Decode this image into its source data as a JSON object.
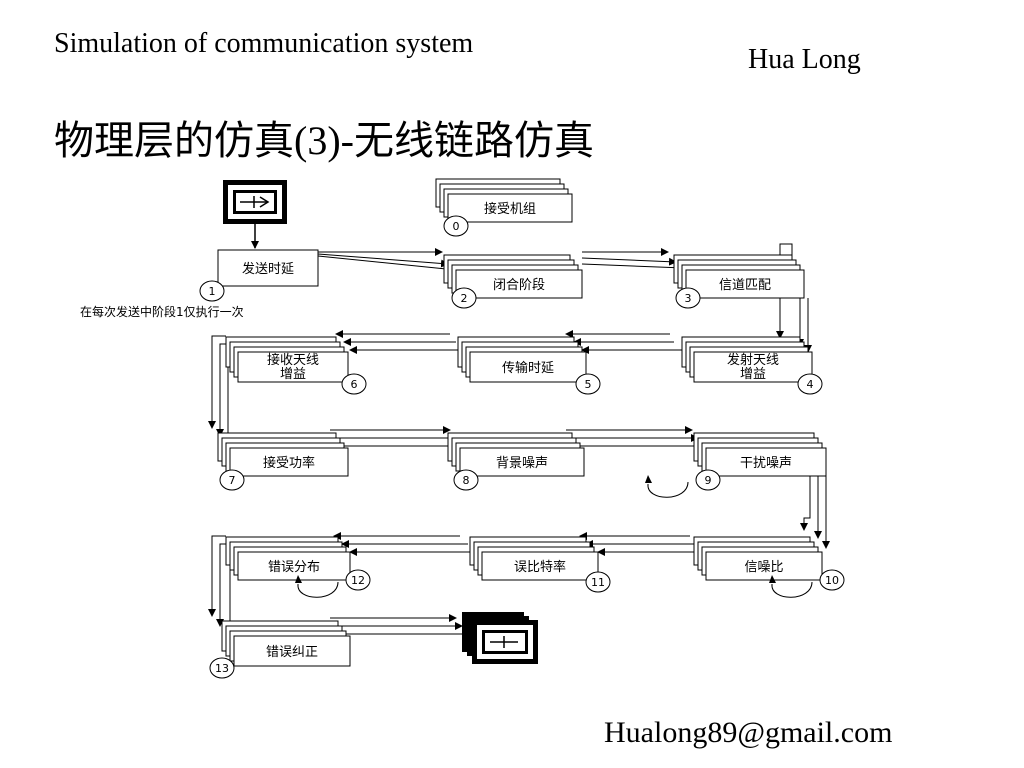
{
  "header": {
    "course_title": "Simulation of communication system",
    "author": "Hua Long",
    "slide_heading": "物理层的仿真(3)-无线链路仿真"
  },
  "footer": {
    "email": "Hualong89@gmail.com"
  },
  "diagram": {
    "note": "在每次发送中阶段1仅执行一次",
    "blocks": [
      {
        "id": "b0",
        "label": [
          "接受机组"
        ],
        "number": "0"
      },
      {
        "id": "b1",
        "label": [
          "发送时延"
        ],
        "number": "1"
      },
      {
        "id": "b2",
        "label": [
          "闭合阶段"
        ],
        "number": "2"
      },
      {
        "id": "b3",
        "label": [
          "信道匹配"
        ],
        "number": "3"
      },
      {
        "id": "b4",
        "label": [
          "发射天线",
          "增益"
        ],
        "number": "4"
      },
      {
        "id": "b5",
        "label": [
          "传输时延"
        ],
        "number": "5"
      },
      {
        "id": "b6",
        "label": [
          "接收天线",
          "增益"
        ],
        "number": "6"
      },
      {
        "id": "b7",
        "label": [
          "接受功率"
        ],
        "number": "7"
      },
      {
        "id": "b8",
        "label": [
          "背景噪声"
        ],
        "number": "8"
      },
      {
        "id": "b9",
        "label": [
          "干扰噪声"
        ],
        "number": "9"
      },
      {
        "id": "b10",
        "label": [
          "信噪比"
        ],
        "number": "10"
      },
      {
        "id": "b11",
        "label": [
          "误比特率"
        ],
        "number": "11"
      },
      {
        "id": "b12",
        "label": [
          "错误分布"
        ],
        "number": "12"
      },
      {
        "id": "b13",
        "label": [
          "错误纠正"
        ],
        "number": "13"
      }
    ],
    "icons": [
      "generator-icon",
      "sink-icon"
    ]
  }
}
